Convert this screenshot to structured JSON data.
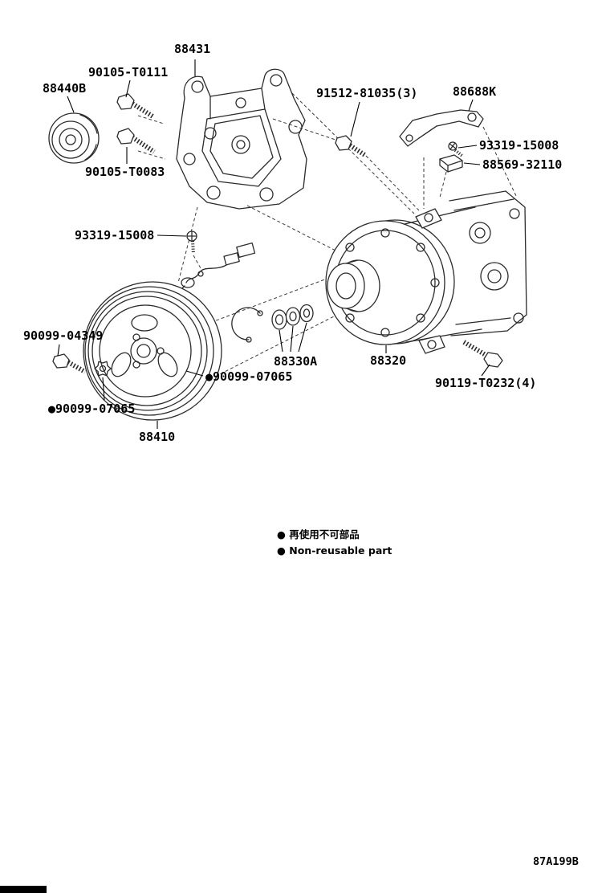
{
  "labels": {
    "l88431": "88431",
    "l90105_t0111": "90105-T0111",
    "l88440b": "88440B",
    "l91512_81035": "91512-81035(3)",
    "l88688k": "88688K",
    "l93319_15008_right": "93319-15008",
    "l88569_32110": "88569-32110",
    "l90105_t0083": "90105-T0083",
    "l93319_15008_left": "93319-15008",
    "l90099_04349": "90099-04349",
    "l88330a": "88330A",
    "l88320": "88320",
    "l90099_07065_right": "●90099-07065",
    "l90119_t0232": "90119-T0232(4)",
    "l90099_07065_left": "●90099-07065",
    "l88410": "88410"
  },
  "legend": {
    "jp": "● 再使用不可部品",
    "en": "● Non-reusable part"
  },
  "page": {
    "drawing_code": "87A199B"
  }
}
